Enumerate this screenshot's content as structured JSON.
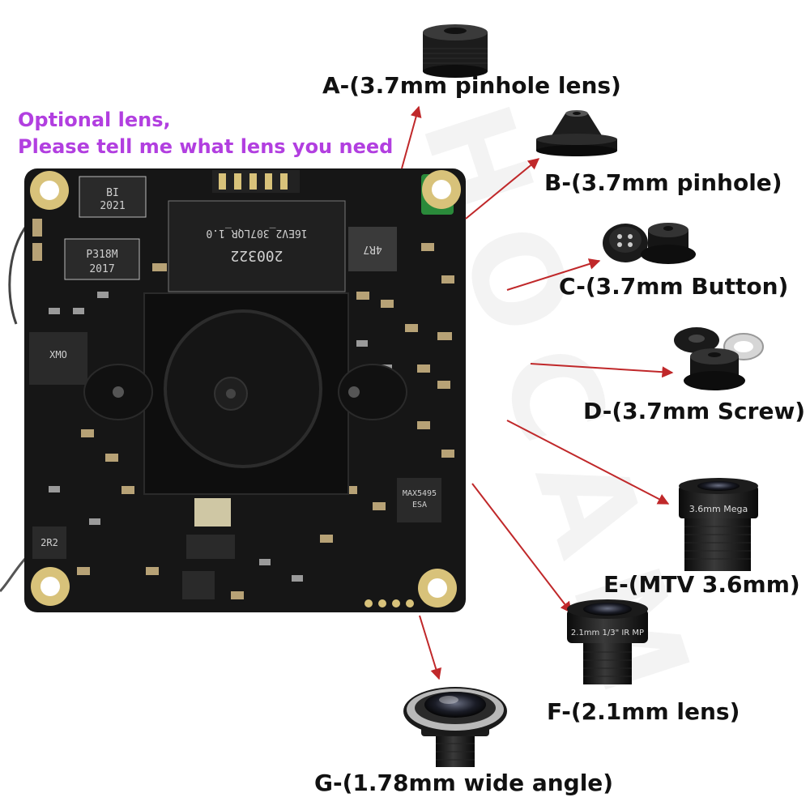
{
  "watermark": "HOCAM",
  "note": {
    "line1": "Optional lens,",
    "line2": "Please tell me what lens you need",
    "color": "#b23fe0"
  },
  "board": {
    "chip_top": "BI",
    "chip_top_code": "2021",
    "chip_mid": "P318M",
    "chip_mid_code": "2017",
    "module_text": "16EV2_307LQR_1.0",
    "module_code": "200322",
    "flash_text": "XMO",
    "inductor_text": "4R7",
    "inductor2_text": "2R2",
    "ic_text": "MAX5495",
    "ic_code": "ESA"
  },
  "lenses": [
    {
      "id": "A",
      "label": "A-(3.7mm pinhole lens)"
    },
    {
      "id": "B",
      "label": "B-(3.7mm pinhole)"
    },
    {
      "id": "C",
      "label": "C-(3.7mm Button)"
    },
    {
      "id": "D",
      "label": "D-(3.7mm Screw)"
    },
    {
      "id": "E",
      "label": "E-(MTV 3.6mm)",
      "barrel_text": "3.6mm  Mega"
    },
    {
      "id": "F",
      "label": "F-(2.1mm lens)",
      "barrel_text": "2.1mm  1/3\" IR MP"
    },
    {
      "id": "G",
      "label": "G-(1.78mm wide angle)"
    }
  ],
  "colors": {
    "board": "#161616",
    "mount": "#0e0e0e",
    "pad": "#d8c27a",
    "arrow": "#c0282a"
  }
}
